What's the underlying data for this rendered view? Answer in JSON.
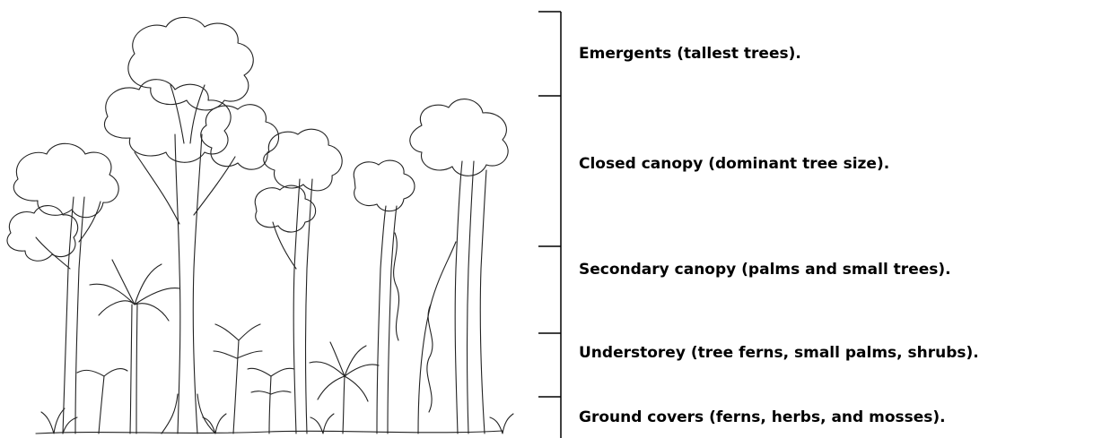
{
  "layers": [
    {
      "label": "Emergents (tallest trees)."
    },
    {
      "label": "Closed canopy (dominant tree size)."
    },
    {
      "label": "Secondary canopy (palms and small trees)."
    },
    {
      "label": "Understorey (tree ferns, small palms, shrubs)."
    },
    {
      "label": "Ground covers (ferns, herbs, and mosses)."
    }
  ]
}
